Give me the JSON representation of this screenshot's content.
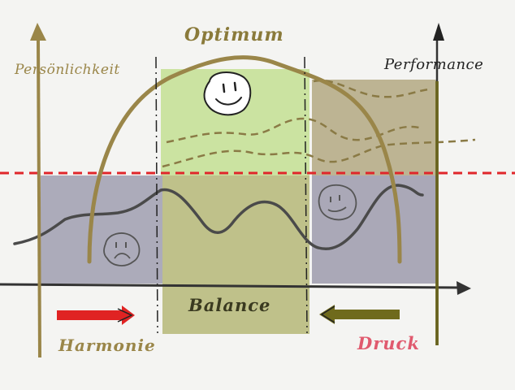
{
  "labels": {
    "personality": "Persönlichkeit",
    "optimum": "Optimum",
    "performance": "Performance",
    "balance": "Balance",
    "harmonie": "Harmonie",
    "druck": "Druck"
  },
  "colors": {
    "gold": "#9a8649",
    "olive": "#6f6a1c",
    "red_dashed": "#e0262b",
    "red_arrow": "#e02323",
    "pink_text": "#e05a6e",
    "gray_zone": "#a7a5b4",
    "green_zone": "#a9cf6a",
    "khaki_zone": "#b8b08a",
    "axis": "#333333"
  },
  "icons": {
    "happy_face": "happy-face-icon",
    "sad_face": "sad-face-icon",
    "neutral_face": "neutral-face-icon"
  }
}
